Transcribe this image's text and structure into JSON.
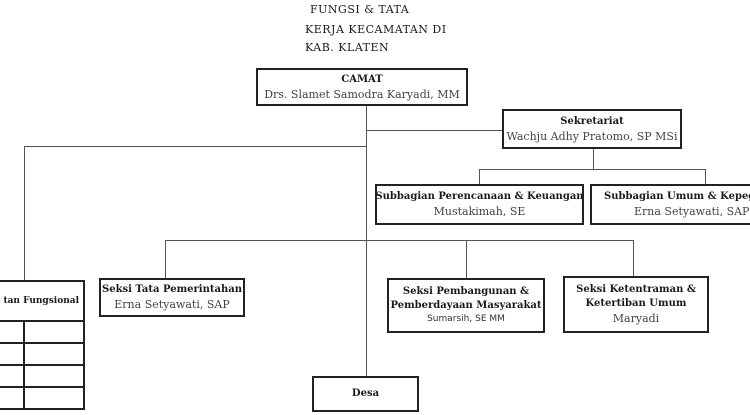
{
  "heading": {
    "line1": "FUNGSI & TATA",
    "line2": "KERJA KECAMATAN DI",
    "line3": "KAB. KLATEN"
  },
  "camat": {
    "title": "CAMAT",
    "name": "Drs. Slamet Samodra Karyadi, MM"
  },
  "sekretariat": {
    "title": "Sekretariat",
    "name": "Wachju Adhy Pratomo, SP MSi"
  },
  "subbagian_perencanaan": {
    "title": "Subbagian Perencanaan & Keuangan",
    "name": "Mustakimah, SE"
  },
  "subbagian_umum": {
    "title": "Subbagian Umum & Kepegaw",
    "name": "Erna Setyawati, SAP"
  },
  "seksi_tata": {
    "title": "Seksi Tata Pemerintahan",
    "name": "Erna Setyawati, SAP"
  },
  "seksi_pembangunan": {
    "title_line1": "Seksi Pembangunan &",
    "title_line2": "Pemberdayaan Masyarakat",
    "name": "Sumarsih, SE MM"
  },
  "seksi_ketentraman": {
    "title_line1": "Seksi Ketentraman &",
    "title_line2": "Ketertiban Umum",
    "name": "Maryadi"
  },
  "fungsional": {
    "title": "tan Fungsional"
  },
  "desa": {
    "title": "Desa"
  }
}
